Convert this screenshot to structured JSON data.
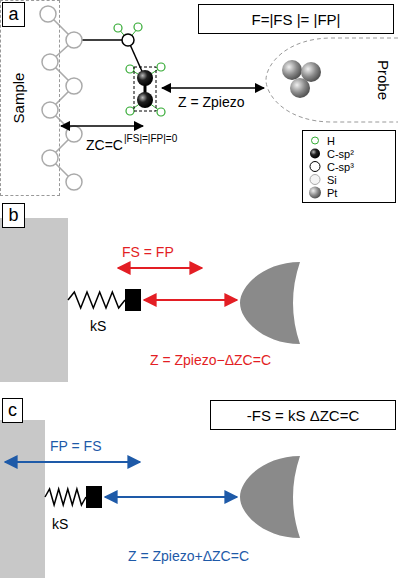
{
  "diagram": {
    "nodes": [
      {
        "text": [
          "a"
        ]
      },
      {
        "text": [
          "F=|FS |= |FP|"
        ]
      },
      {
        "text": [
          "Sample"
        ]
      },
      {
        "text": [
          "Probe"
        ]
      },
      {
        "text": [
          "b"
        ]
      },
      {
        "text": [
          "c"
        ]
      },
      {
        "text": [
          "-FS = kS ΔZC=C"
        ]
      }
    ],
    "labels": [
      "Z = Zpiezo",
      "ZC=C",
      "|FS|=|FP|=0",
      "FS = FP",
      "kS",
      "Z = Zpiezo−ΔZC=C",
      "FP = FS",
      "kS",
      "Z = Zpiezo+ΔZC=C"
    ],
    "legend": [
      {
        "text": "H"
      },
      {
        "text": "C-sp²"
      },
      {
        "text": "C-sp³"
      },
      {
        "text": "Si"
      },
      {
        "text": "Pt"
      }
    ]
  }
}
